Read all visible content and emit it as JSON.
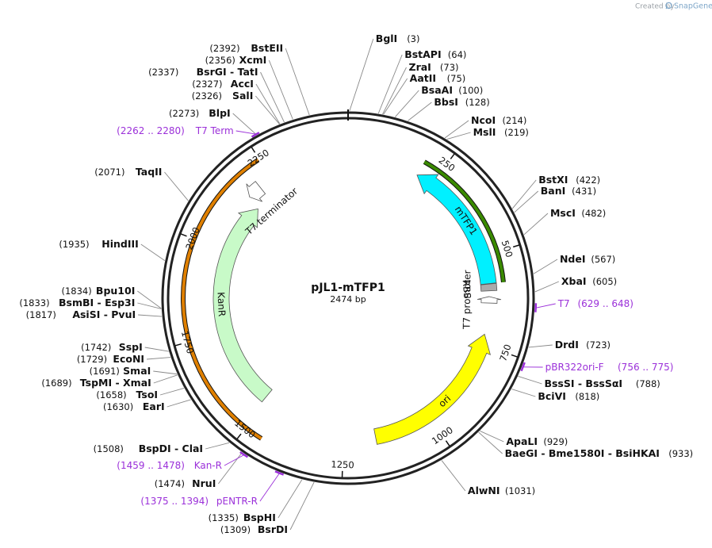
{
  "credit": {
    "prefix": "Created by",
    "brand": "SnapGene"
  },
  "plasmid": {
    "name": "pJL1-mTFP1",
    "length": 2474,
    "size_label": "2474 bp"
  },
  "ticks": [
    "250",
    "500",
    "750",
    "1000",
    "1250",
    "1500",
    "1750",
    "2000",
    "2250"
  ],
  "features": [
    {
      "label": "mTFP1",
      "color": "#00f0ff",
      "start": 201,
      "end": 578,
      "strand": -1,
      "ring": 1
    },
    {
      "label": "RBS",
      "color": "#aaaaaa",
      "start": 579,
      "end": 598,
      "strand": 0,
      "ring": 1
    },
    {
      "label": "T7 promoter",
      "color": "#ffffff",
      "start": 614,
      "end": 632,
      "strand": -1,
      "ring": 1
    },
    {
      "label": "ori",
      "color": "#ffff00",
      "start": 720,
      "end": 1160,
      "strand": -1,
      "ring": 1
    },
    {
      "label": "KanR",
      "color": "#c8fac8",
      "start": 1510,
      "end": 2163,
      "strand": 1,
      "ring": 2
    },
    {
      "label": "T7 terminator",
      "color": "#ffffff",
      "start": 2170,
      "end": 2210,
      "strand": -1,
      "ring": 1
    }
  ],
  "highlights": [
    {
      "color": "#3a8a00",
      "start": 201,
      "end": 578
    },
    {
      "color": "#e08000",
      "start": 1455,
      "end": 2247
    }
  ],
  "sites": [
    {
      "name": "BglI",
      "pos": "(3)",
      "side": "right"
    },
    {
      "name": "BstAPI",
      "pos": "(64)",
      "side": "right"
    },
    {
      "name": "ZraI",
      "pos": "(73)",
      "side": "right"
    },
    {
      "name": "AatII",
      "pos": "(75)",
      "side": "right"
    },
    {
      "name": "BsaAI",
      "pos": "(100)",
      "side": "right"
    },
    {
      "name": "BbsI",
      "pos": "(128)",
      "side": "right"
    },
    {
      "name": "NcoI",
      "pos": "(214)",
      "side": "right"
    },
    {
      "name": "MslI",
      "pos": "(219)",
      "side": "right"
    },
    {
      "name": "BstXI",
      "pos": "(422)",
      "side": "right"
    },
    {
      "name": "BanI",
      "pos": "(431)",
      "side": "right"
    },
    {
      "name": "MscI",
      "pos": "(482)",
      "side": "right"
    },
    {
      "name": "NdeI",
      "pos": "(567)",
      "side": "right"
    },
    {
      "name": "XbaI",
      "pos": "(605)",
      "side": "right"
    },
    {
      "name": "DrdI",
      "pos": "(723)",
      "side": "right"
    },
    {
      "name": "BssSI - BssSαI",
      "pos": "(788)",
      "side": "right"
    },
    {
      "name": "BciVI",
      "pos": "(818)",
      "side": "right"
    },
    {
      "name": "ApaLI",
      "pos": "(929)",
      "side": "right"
    },
    {
      "name": "BaeGI - Bme1580I - BsiHKAI",
      "pos": "(933)",
      "side": "right"
    },
    {
      "name": "AlwNI",
      "pos": "(1031)",
      "side": "right"
    },
    {
      "name": "BsrDI",
      "pos": "(1309)",
      "side": "left"
    },
    {
      "name": "BspHI",
      "pos": "(1335)",
      "side": "left"
    },
    {
      "name": "NruI",
      "pos": "(1474)",
      "side": "left"
    },
    {
      "name": "BspDI - ClaI",
      "pos": "(1508)",
      "side": "left"
    },
    {
      "name": "EarI",
      "pos": "(1630)",
      "side": "left"
    },
    {
      "name": "TsoI",
      "pos": "(1658)",
      "side": "left"
    },
    {
      "name": "TspMI - XmaI",
      "pos": "(1689)",
      "side": "left"
    },
    {
      "name": "SmaI",
      "pos": "(1691)",
      "side": "left"
    },
    {
      "name": "EcoNI",
      "pos": "(1729)",
      "side": "left"
    },
    {
      "name": "SspI",
      "pos": "(1742)",
      "side": "left"
    },
    {
      "name": "AsiSI - PvuI",
      "pos": "(1817)",
      "side": "left"
    },
    {
      "name": "BsmBI - Esp3I",
      "pos": "(1833)",
      "side": "left"
    },
    {
      "name": "Bpu10I",
      "pos": "(1834)",
      "side": "left"
    },
    {
      "name": "HindIII",
      "pos": "(1935)",
      "side": "left"
    },
    {
      "name": "TaqII",
      "pos": "(2071)",
      "side": "left"
    },
    {
      "name": "BlpI",
      "pos": "(2273)",
      "side": "left"
    },
    {
      "name": "SalI",
      "pos": "(2326)",
      "side": "left"
    },
    {
      "name": "AccI",
      "pos": "(2327)",
      "side": "left"
    },
    {
      "name": "BsrGI - TatI",
      "pos": "(2337)",
      "side": "left"
    },
    {
      "name": "XcmI",
      "pos": "(2356)",
      "side": "left"
    },
    {
      "name": "BstEII",
      "pos": "(2392)",
      "side": "left"
    }
  ],
  "primers": [
    {
      "name": "T7",
      "range": "(629 .. 648)",
      "side": "right",
      "start": 629,
      "end": 648
    },
    {
      "name": "pBR322ori-F",
      "range": "(756 .. 775)",
      "side": "right",
      "start": 756,
      "end": 775
    },
    {
      "name": "pENTR-R",
      "range": "(1375 .. 1394)",
      "side": "left",
      "start": 1375,
      "end": 1394
    },
    {
      "name": "Kan-R",
      "range": "(1459 .. 1478)",
      "side": "left",
      "start": 1459,
      "end": 1478
    },
    {
      "name": "T7 Term",
      "range": "(2262 .. 2280)",
      "side": "left",
      "start": 2262,
      "end": 2280
    }
  ],
  "colors": {
    "primer": "#9b30d9",
    "backbone": "#222222"
  }
}
